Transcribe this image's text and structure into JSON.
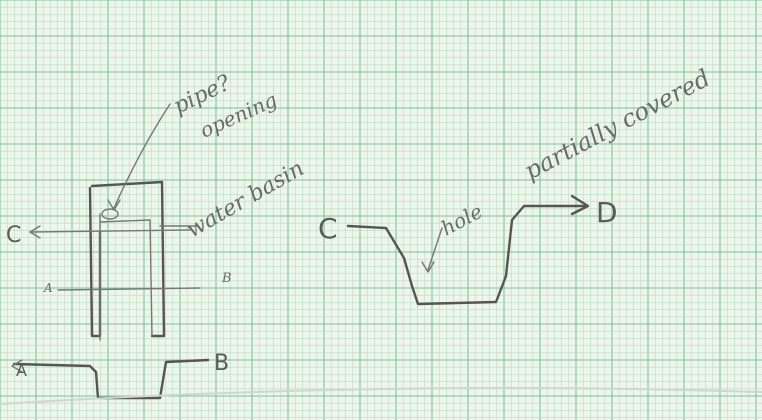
{
  "annotations": {
    "pipe_question": "pipe?",
    "opening": "opening",
    "water_basin": "water basin",
    "hole": "hole",
    "partially_covered": "partially covered"
  },
  "section_labels": {
    "plan_left": "C",
    "plan_a": "A",
    "plan_b": "B",
    "profile_left_a": "A",
    "profile_right_b": "B",
    "profile_c": "C",
    "profile_d": "D"
  }
}
